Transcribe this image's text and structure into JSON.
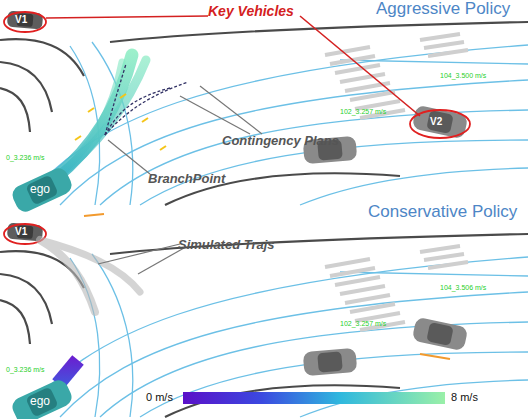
{
  "diagram": {
    "labels": [
      "Aggressive Policy",
      "Key Vehicles",
      "V1",
      "104_3.500 m/s",
      "V2",
      "102_3.257 m/s",
      "Contingency Plans",
      "BranchPoint",
      "0_3.236 m/s",
      "ego",
      "Conservative Policy",
      "V1",
      "Simulated Trajs",
      "104_3.506 m/s",
      "102_3.257 m/s",
      "0_3.236 m/s",
      "ego",
      "0 m/s",
      "8 m/s"
    ]
  }
}
